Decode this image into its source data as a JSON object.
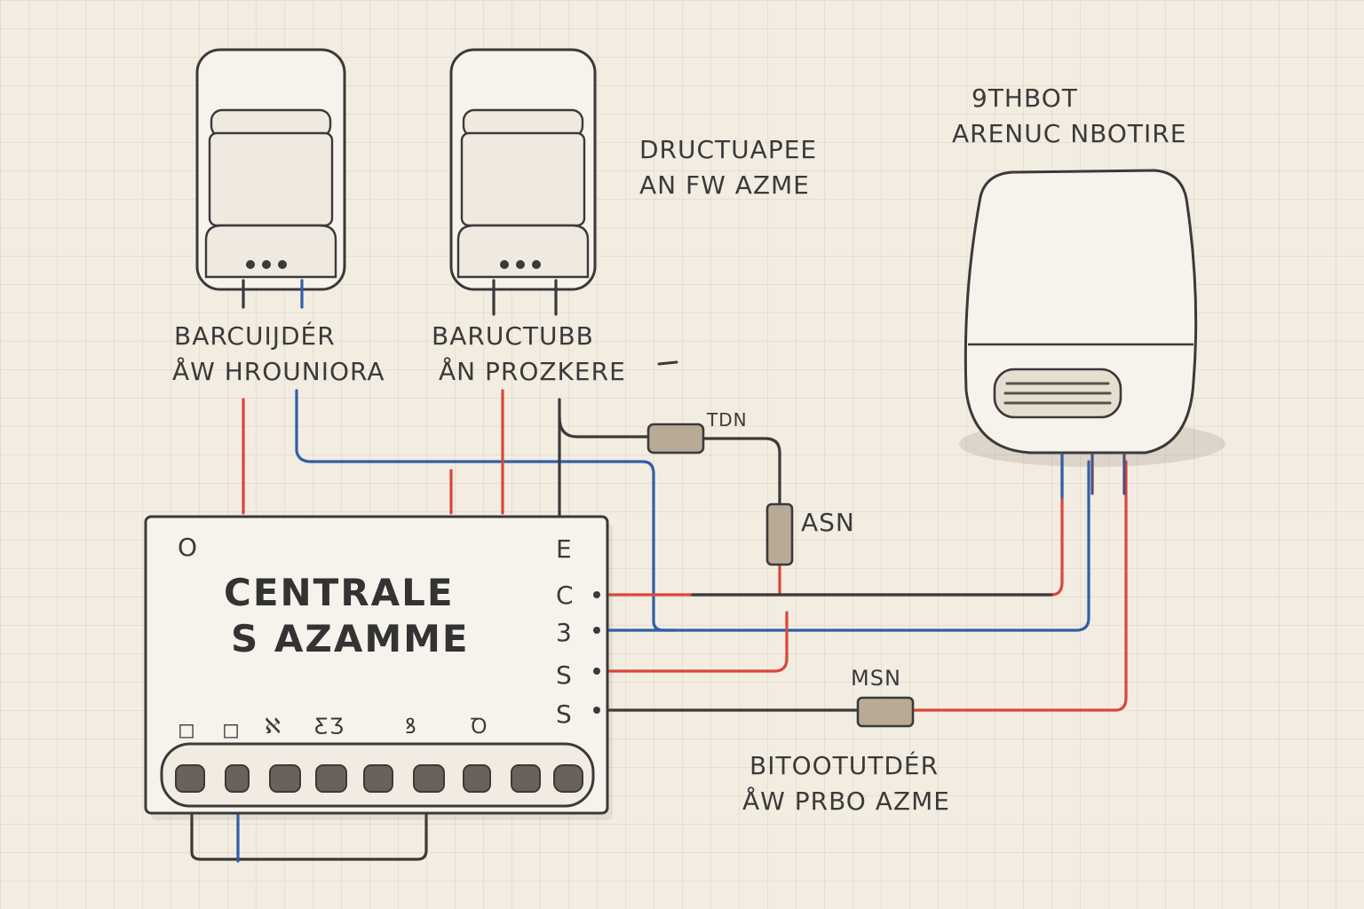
{
  "devices": {
    "detector_left": {
      "label_line1": "BARCUIJDÉR",
      "label_line2": "ÅW HROUNIORA"
    },
    "detector_middle": {
      "label_line1": "BARUCTUBB",
      "label_line2": "ÅN PROZKERE"
    },
    "siren": {
      "label_line1": "9THBOT",
      "label_line2": "ARENUC NBOTIRE"
    }
  },
  "annotations": {
    "top_note_line1": "DRUCTUAPEE",
    "top_note_line2": "AN FW AZME",
    "bottom_note_line1": "BITOOTUTDÉR",
    "bottom_note_line2": "ÅW PRBO AZME"
  },
  "components": {
    "resistor_top_label": "TDN",
    "resistor_vertical_label": "ASN",
    "resistor_bottom_label": "MSN"
  },
  "control_panel": {
    "title_line1": "CENTRALE",
    "title_line2": "S AZAMME",
    "power_symbol": "O",
    "terminal_labels": [
      "E",
      "C",
      "3",
      "S",
      "S"
    ],
    "indicators": [
      "◻",
      "◻",
      "ℵ",
      "ƸƷ",
      "ꝸ",
      "Ꝺ"
    ]
  },
  "colors": {
    "red_wire": "#d9473a",
    "blue_wire": "#2f5fa8",
    "dark_wire": "#3a3a3a",
    "background": "#f3ece1"
  }
}
